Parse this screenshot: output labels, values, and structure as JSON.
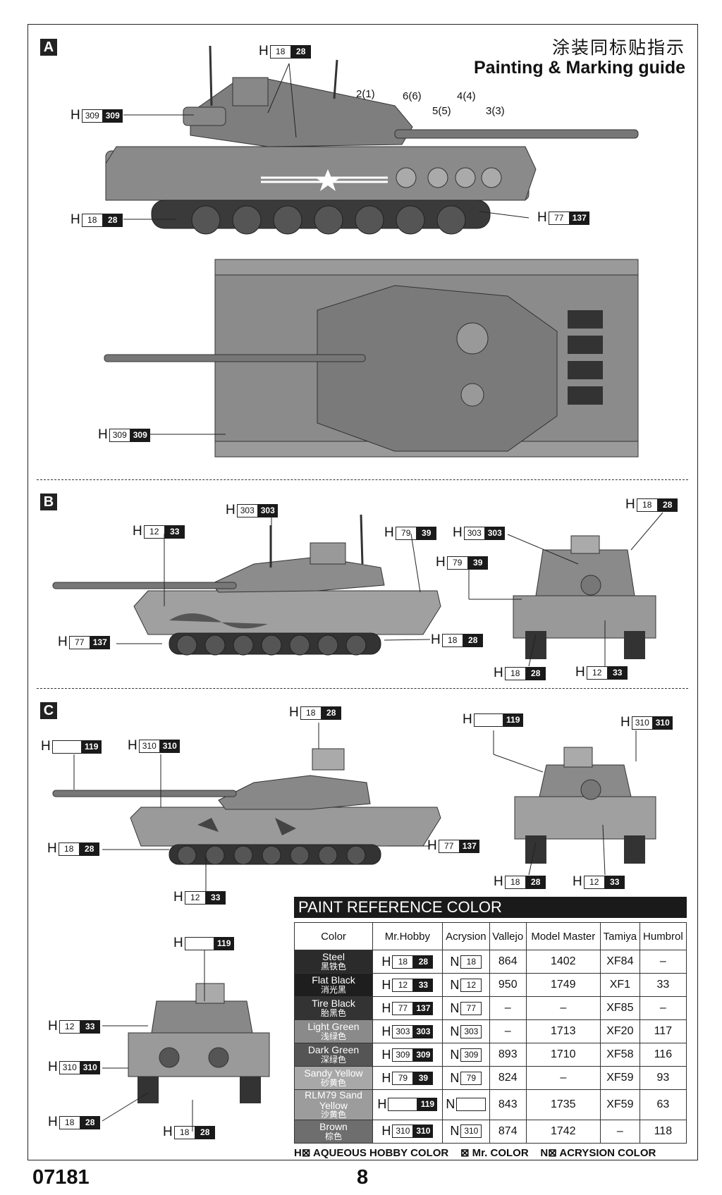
{
  "header": {
    "title_cn": "涂装同标贴指示",
    "title_en": "Painting & Marking guide"
  },
  "sections": {
    "a": "A",
    "b": "B",
    "c": "C"
  },
  "markings": {
    "m1": "2(1)",
    "m2": "6(6)",
    "m3": "5(5)",
    "m4": "4(4)",
    "m5": "3(3)"
  },
  "callouts": {
    "a_top": {
      "pre": "H",
      "light": "18",
      "dark": "28"
    },
    "a_hull": {
      "pre": "H",
      "light": "309",
      "dark": "309"
    },
    "a_wheels": {
      "pre": "H",
      "light": "18",
      "dark": "28"
    },
    "a_track": {
      "pre": "H",
      "light": "77",
      "dark": "137"
    },
    "a_topview": {
      "pre": "H",
      "light": "309",
      "dark": "309"
    },
    "b_turret": {
      "pre": "H",
      "light": "303",
      "dark": "303"
    },
    "b_hull": {
      "pre": "H",
      "light": "12",
      "dark": "33"
    },
    "b_rear": {
      "pre": "H",
      "light": "79",
      "dark": "39"
    },
    "b_track": {
      "pre": "H",
      "light": "77",
      "dark": "137"
    },
    "b_wheels": {
      "pre": "H",
      "light": "18",
      "dark": "28"
    },
    "b_front_top": {
      "pre": "H",
      "light": "18",
      "dark": "28"
    },
    "b_front_turret": {
      "pre": "H",
      "light": "303",
      "dark": "303"
    },
    "b_front_sand": {
      "pre": "H",
      "light": "79",
      "dark": "39"
    },
    "b_front_wheels": {
      "pre": "H",
      "light": "18",
      "dark": "28"
    },
    "b_front_black": {
      "pre": "H",
      "light": "12",
      "dark": "33"
    },
    "c_top": {
      "pre": "H",
      "light": "18",
      "dark": "28"
    },
    "c_gun": {
      "pre": "H",
      "light": "",
      "dark": "119"
    },
    "c_brown": {
      "pre": "H",
      "light": "310",
      "dark": "310"
    },
    "c_wheels": {
      "pre": "H",
      "light": "18",
      "dark": "28"
    },
    "c_track": {
      "pre": "H",
      "light": "77",
      "dark": "137"
    },
    "c_black": {
      "pre": "H",
      "light": "12",
      "dark": "33"
    },
    "c_front_sand": {
      "pre": "H",
      "light": "",
      "dark": "119"
    },
    "c_front_brown": {
      "pre": "H",
      "light": "310",
      "dark": "310"
    },
    "c_front_wheels": {
      "pre": "H",
      "light": "18",
      "dark": "28"
    },
    "c_front_black": {
      "pre": "H",
      "light": "12",
      "dark": "33"
    },
    "c_rear_top": {
      "pre": "H",
      "light": "",
      "dark": "119"
    },
    "c_rear_black": {
      "pre": "H",
      "light": "12",
      "dark": "33"
    },
    "c_rear_brown": {
      "pre": "H",
      "light": "310",
      "dark": "310"
    },
    "c_rear_wheels": {
      "pre": "H",
      "light": "18",
      "dark": "28"
    },
    "c_rear_wheels2": {
      "pre": "H",
      "light": "18",
      "dark": "28"
    }
  },
  "paint_table": {
    "title": "PAINT REFERENCE COLOR",
    "headers": [
      "Color",
      "Mr.Hobby",
      "Acrysion",
      "Vallejo",
      "Model Master",
      "Tamiya",
      "Humbrol"
    ],
    "rows": [
      {
        "en": "Steel",
        "cn": "黑铁色",
        "bg": "#2b2b2b",
        "h_light": "18",
        "h_dark": "28",
        "n": "18",
        "vallejo": "864",
        "mm": "1402",
        "tamiya": "XF84",
        "humbrol": "–"
      },
      {
        "en": "Flat Black",
        "cn": "消光黑",
        "bg": "#1e1e1e",
        "h_light": "12",
        "h_dark": "33",
        "n": "12",
        "vallejo": "950",
        "mm": "1749",
        "tamiya": "XF1",
        "humbrol": "33"
      },
      {
        "en": "Tire Black",
        "cn": "胎黑色",
        "bg": "#333333",
        "h_light": "77",
        "h_dark": "137",
        "n": "77",
        "vallejo": "–",
        "mm": "–",
        "tamiya": "XF85",
        "humbrol": "–"
      },
      {
        "en": "Light Green",
        "cn": "浅绿色",
        "bg": "#8a8a8a",
        "h_light": "303",
        "h_dark": "303",
        "n": "303",
        "vallejo": "–",
        "mm": "1713",
        "tamiya": "XF20",
        "humbrol": "117"
      },
      {
        "en": "Dark Green",
        "cn": "深绿色",
        "bg": "#555555",
        "h_light": "309",
        "h_dark": "309",
        "n": "309",
        "vallejo": "893",
        "mm": "1710",
        "tamiya": "XF58",
        "humbrol": "116"
      },
      {
        "en": "Sandy Yellow",
        "cn": "砂黄色",
        "bg": "#a8a8a8",
        "h_light": "79",
        "h_dark": "39",
        "n": "79",
        "vallejo": "824",
        "mm": "–",
        "tamiya": "XF59",
        "humbrol": "93"
      },
      {
        "en": "RLM79 Sand Yellow",
        "cn": "沙黄色",
        "bg": "#9c9c9c",
        "h_light": "",
        "h_dark": "119",
        "n": "",
        "vallejo": "843",
        "mm": "1735",
        "tamiya": "XF59",
        "humbrol": "63"
      },
      {
        "en": "Brown",
        "cn": "棕色",
        "bg": "#6e6e6e",
        "h_light": "310",
        "h_dark": "310",
        "n": "310",
        "vallejo": "874",
        "mm": "1742",
        "tamiya": "–",
        "humbrol": "118"
      }
    ]
  },
  "legend": {
    "h": "H⊠ AQUEOUS HOBBY COLOR",
    "m": "⊠ Mr. COLOR",
    "n": "N⊠ ACRYSION COLOR"
  },
  "footer": {
    "code": "07181",
    "page": "8"
  }
}
